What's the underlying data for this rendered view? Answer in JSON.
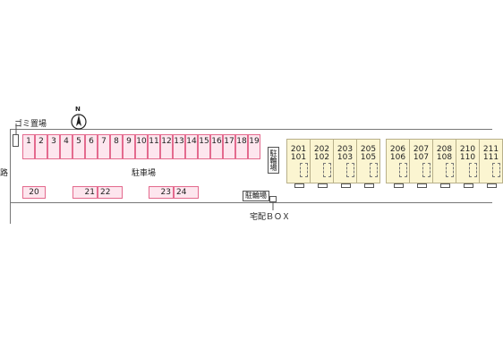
{
  "labels": {
    "garbage": "ゴミ置場",
    "parking": "駐車場",
    "bike_parking_vertical": "駐輪場",
    "bike_parking_horizontal": "駐輪場",
    "delivery_box": "宅配ＢＯＸ",
    "road": "路",
    "north": "N"
  },
  "parking_spaces": {
    "top_row": [
      "1",
      "2",
      "3",
      "4",
      "5",
      "6",
      "7",
      "8",
      "9",
      "10",
      "11",
      "12",
      "13",
      "14",
      "15",
      "16",
      "17",
      "18",
      "19"
    ],
    "bottom_row": [
      "20",
      "21",
      "22",
      "23",
      "24"
    ]
  },
  "building_a": {
    "upper": [
      "201",
      "202",
      "203",
      "205"
    ],
    "lower": [
      "101",
      "102",
      "103",
      "105"
    ]
  },
  "building_b": {
    "upper": [
      "206",
      "207",
      "208",
      "210",
      "211"
    ],
    "lower": [
      "106",
      "107",
      "108",
      "110",
      "111"
    ]
  },
  "colors": {
    "parking_fill": "#fde6ee",
    "parking_border": "#e46a8e",
    "unit_fill": "#fbf5d1",
    "unit_border": "#b8b08a"
  }
}
